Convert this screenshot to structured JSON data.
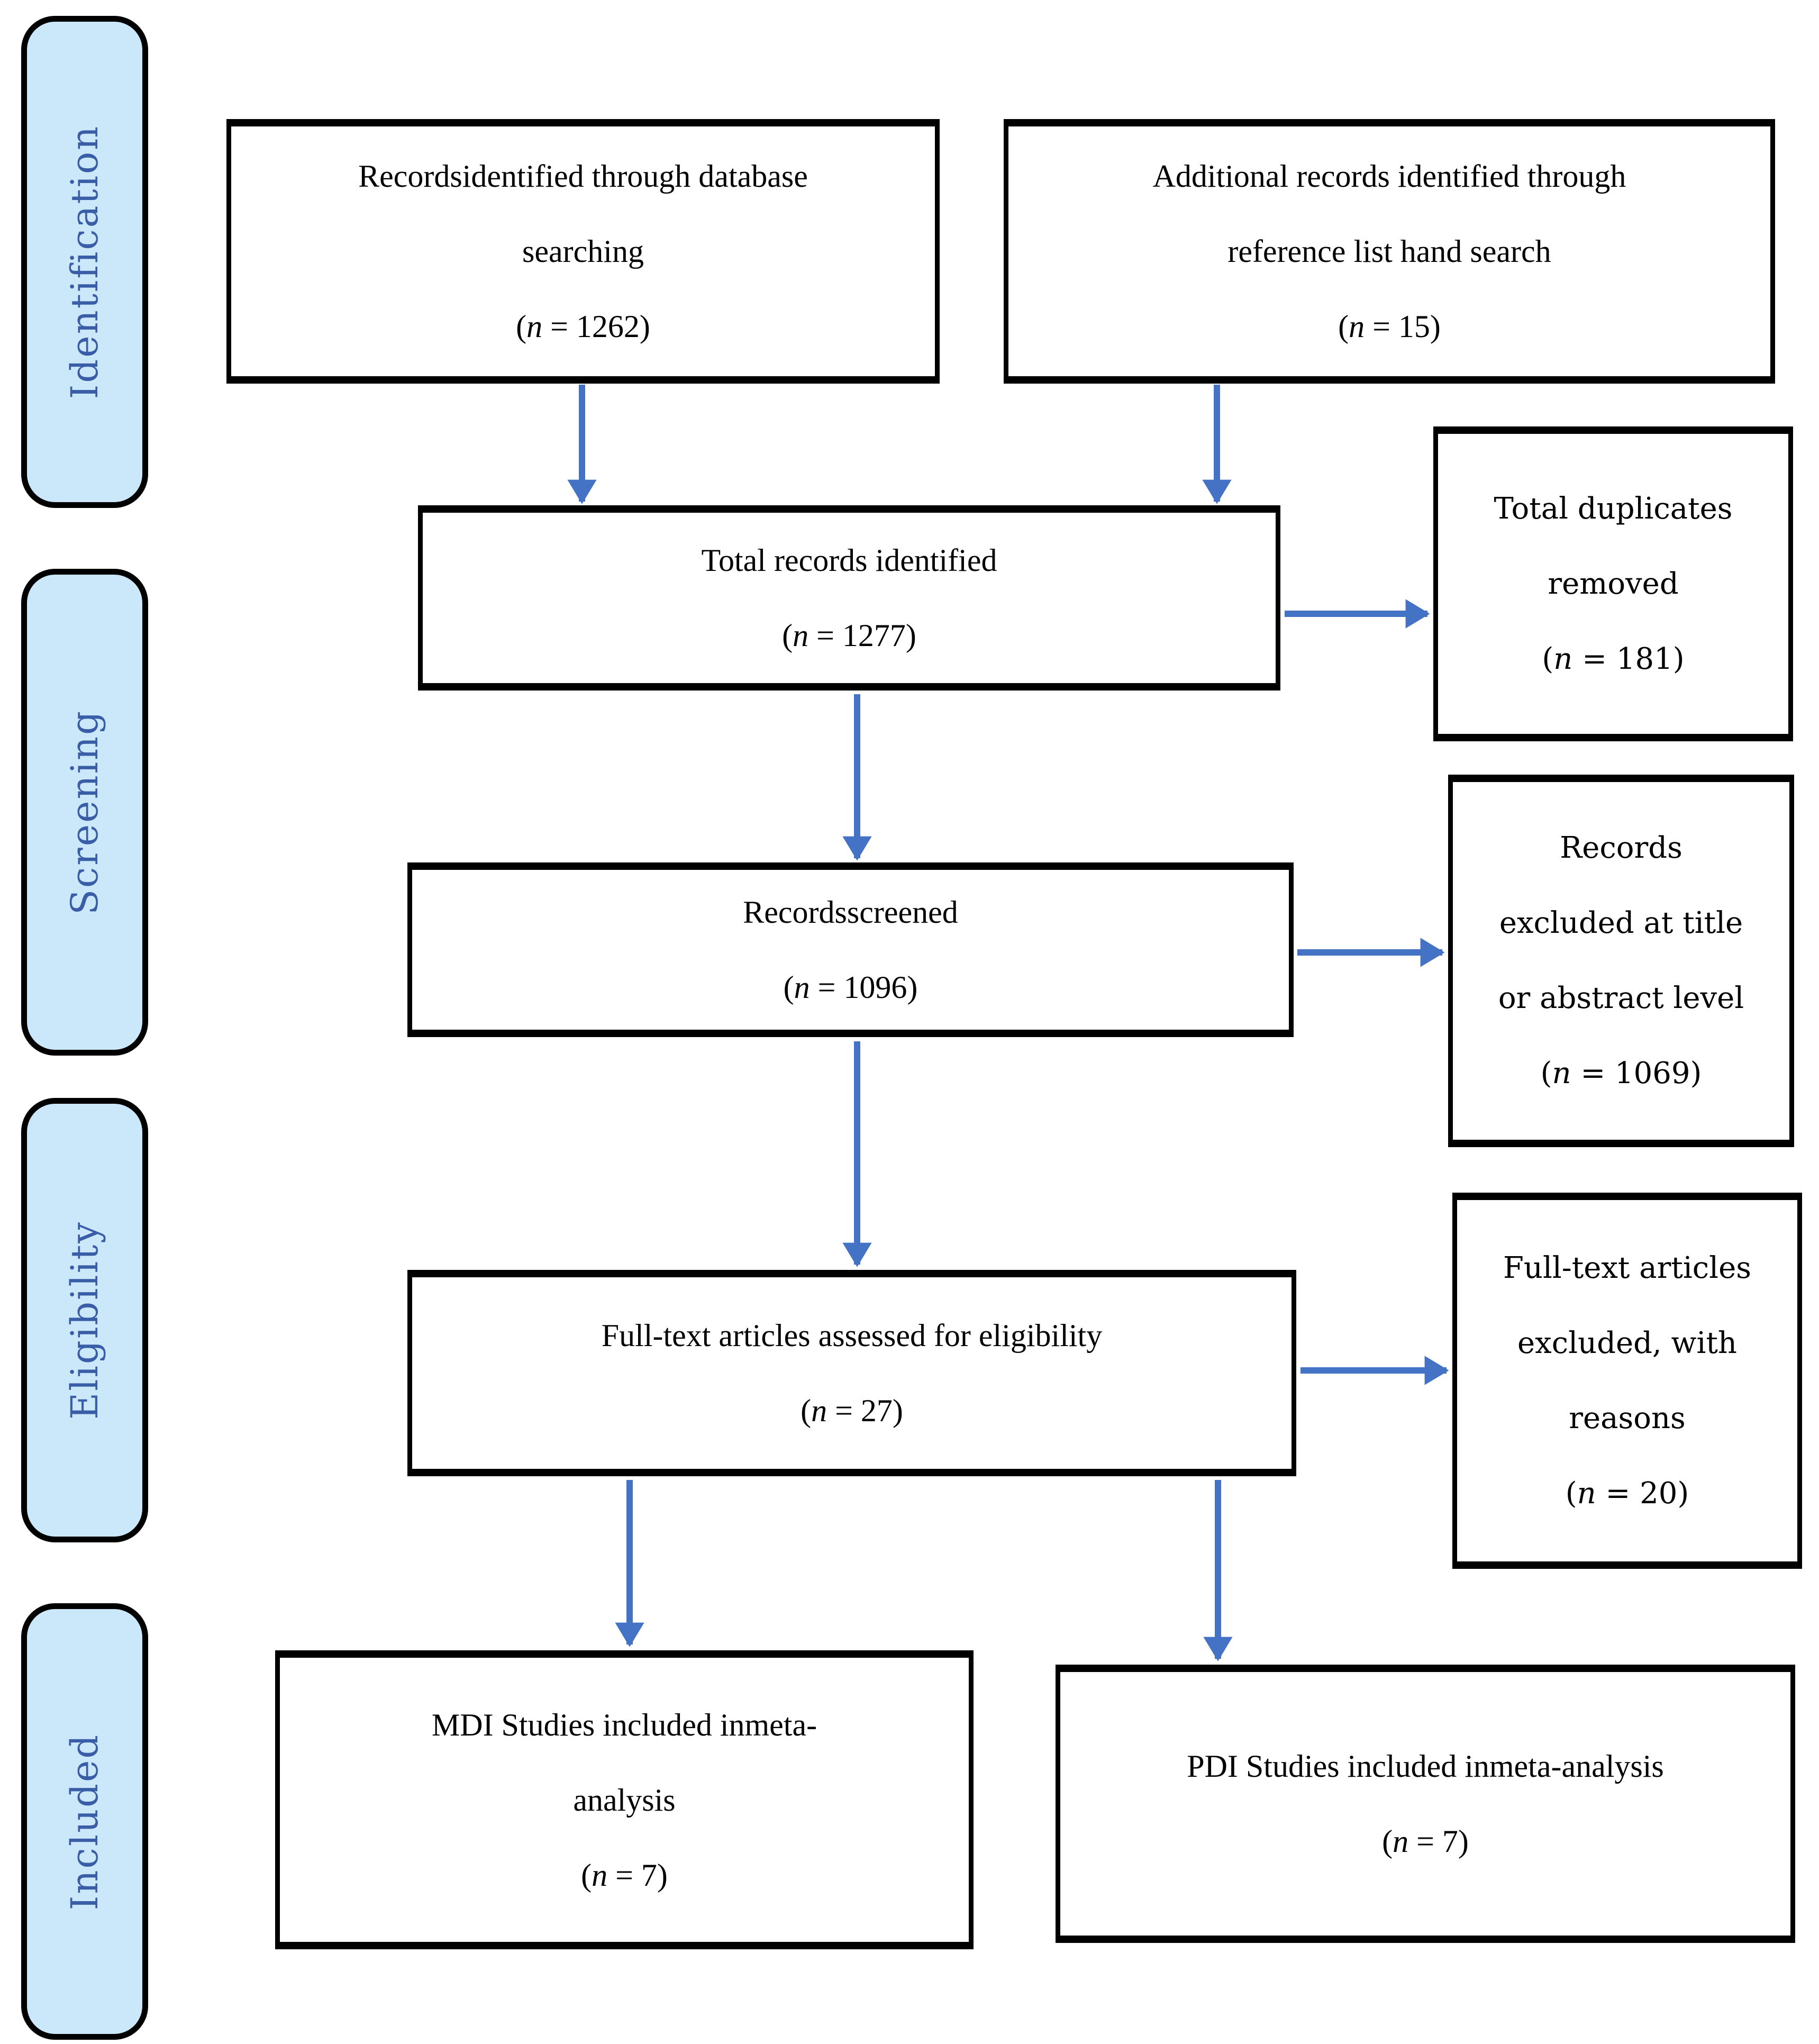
{
  "figure": {
    "kind": "prisma-flow-diagram",
    "colors": {
      "arrow": "#4472C4",
      "stage_fill": "#CBE7FA",
      "stage_text": "#3A5DA8",
      "box_border": "#000000"
    },
    "stages": [
      {
        "label": "Identification"
      },
      {
        "label": "Screening"
      },
      {
        "label": "Eligibility"
      },
      {
        "label": "Included"
      }
    ],
    "boxes": {
      "db_search": {
        "lines": [
          "Recordsidentified through database",
          "searching"
        ],
        "count": {
          "open": "(",
          "var": "n",
          "rest": " = 1262)"
        }
      },
      "hand_search": {
        "lines": [
          "Additional records identified through",
          "reference list hand search"
        ],
        "count": {
          "open": "(",
          "var": "n",
          "rest": " = 15)"
        }
      },
      "total_identified": {
        "lines": [
          "Total records identified"
        ],
        "count": {
          "open": "(",
          "var": "n",
          "rest": " = 1277)"
        }
      },
      "duplicates_removed": {
        "lines": [
          "Total duplicates",
          "removed"
        ],
        "count": {
          "open": "(",
          "var": "n",
          "rest": " = 181)"
        }
      },
      "records_screened": {
        "lines": [
          "Recordsscreened"
        ],
        "count": {
          "open": "(",
          "var": "n",
          "rest": " = 1096)"
        }
      },
      "excluded_title_abstract": {
        "lines": [
          "Records",
          "excluded at title",
          "or abstract level"
        ],
        "count": {
          "open": "(",
          "var": "n",
          "rest": " = 1069)"
        }
      },
      "fulltext_assessed": {
        "lines": [
          "Full-text articles assessed for eligibility"
        ],
        "count": {
          "open": "(",
          "var": "n",
          "rest": " = 27)"
        }
      },
      "fulltext_excluded": {
        "lines": [
          "Full-text articles",
          "excluded, with",
          "reasons"
        ],
        "count": {
          "open": "(",
          "var": "n",
          "rest": " = 20)"
        }
      },
      "mdi_included": {
        "lines": [
          "MDI Studies included inmeta-",
          "analysis"
        ],
        "count": {
          "open": "(",
          "var": "n",
          "rest": " = 7)"
        }
      },
      "pdi_included": {
        "lines": [
          "PDI Studies included inmeta-analysis"
        ],
        "count": {
          "open": "(",
          "var": "n",
          "rest": " = 7)"
        }
      }
    }
  }
}
